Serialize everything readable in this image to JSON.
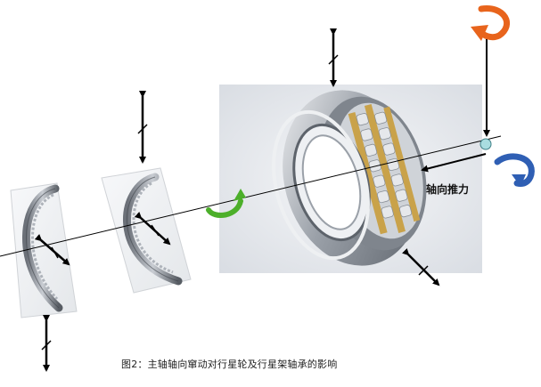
{
  "labels": {
    "axial_thrust": "轴向推力",
    "caption": "图2：主轴轴向窜动对行星轮及行星架轴承的影响"
  },
  "colors": {
    "rotation_orange": "#e8641c",
    "rotation_green": "#4caf2a",
    "rotation_blue": "#2f5fb4",
    "pivot_cyan": "#a9dde0",
    "cage_brass": "#c9a24a",
    "arrow_black": "#000000"
  },
  "icons": [
    "double-arrow-icon",
    "rotation-arrow-icon",
    "pivot-point-icon",
    "bearing-illustration"
  ]
}
